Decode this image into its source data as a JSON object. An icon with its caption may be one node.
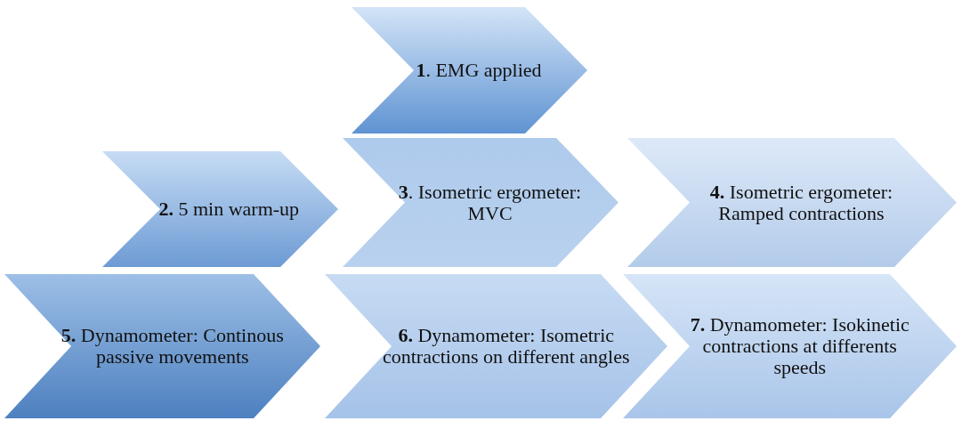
{
  "diagram": {
    "nodes": [
      {
        "text": [
          "**1**. EMG applied"
        ]
      },
      {
        "text": [
          "**2.** 5 min warm-up"
        ]
      },
      {
        "text": [
          "**3**. Isometric ergometer: MVC"
        ]
      },
      {
        "text": [
          "**4.** Isometric ergometer: Ramped contractions"
        ]
      },
      {
        "text": [
          "**5.** Dynamometer: Continous passive movements"
        ]
      },
      {
        "text": [
          "**6.** Dynamometer: Isometric contractions on different angles"
        ]
      },
      {
        "text": [
          "**7.** Dynamometer: Isokinetic contractions at differents speeds"
        ]
      }
    ]
  }
}
